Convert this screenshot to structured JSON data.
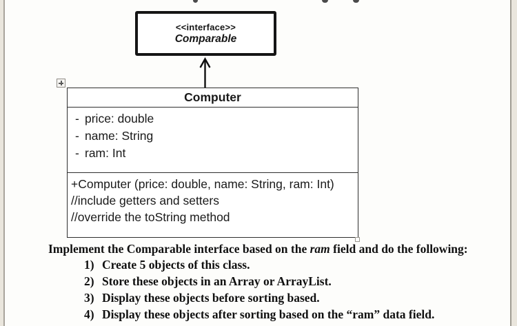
{
  "colors": {
    "paper": "#fdfdfb",
    "scan_edge": "#eae6dd",
    "scan_edge_line": "#a8a49b",
    "ink": "#1a1a1a",
    "box_border": "#151515",
    "table_border": "#2e2e2e"
  },
  "diagram": {
    "interface_box": {
      "stereotype": "<<interface>>",
      "name": "Comparable"
    },
    "class_box": {
      "name": "Computer",
      "attributes": [
        {
          "bullet": "-",
          "text": "price: double"
        },
        {
          "bullet": "-",
          "text": "name: String"
        },
        {
          "bullet": "-",
          "text": "ram: Int"
        }
      ],
      "methods": [
        "+Computer (price: double, name: String, ram: Int)",
        "//include getters and setters",
        "//override the toString method"
      ]
    }
  },
  "instructions": {
    "intro_prefix": "Implement the Comparable interface based on the ",
    "intro_italic": "ram",
    "intro_suffix": " field and do the following:",
    "items": [
      {
        "num": "1)",
        "text": "Create 5 objects of this class."
      },
      {
        "num": "2)",
        "text": "Store these objects in an Array or ArrayList."
      },
      {
        "num": "3)",
        "text": "Display these objects before sorting based."
      },
      {
        "num": "4)",
        "text": "Display these objects after sorting based on the “ram” data field."
      }
    ]
  }
}
